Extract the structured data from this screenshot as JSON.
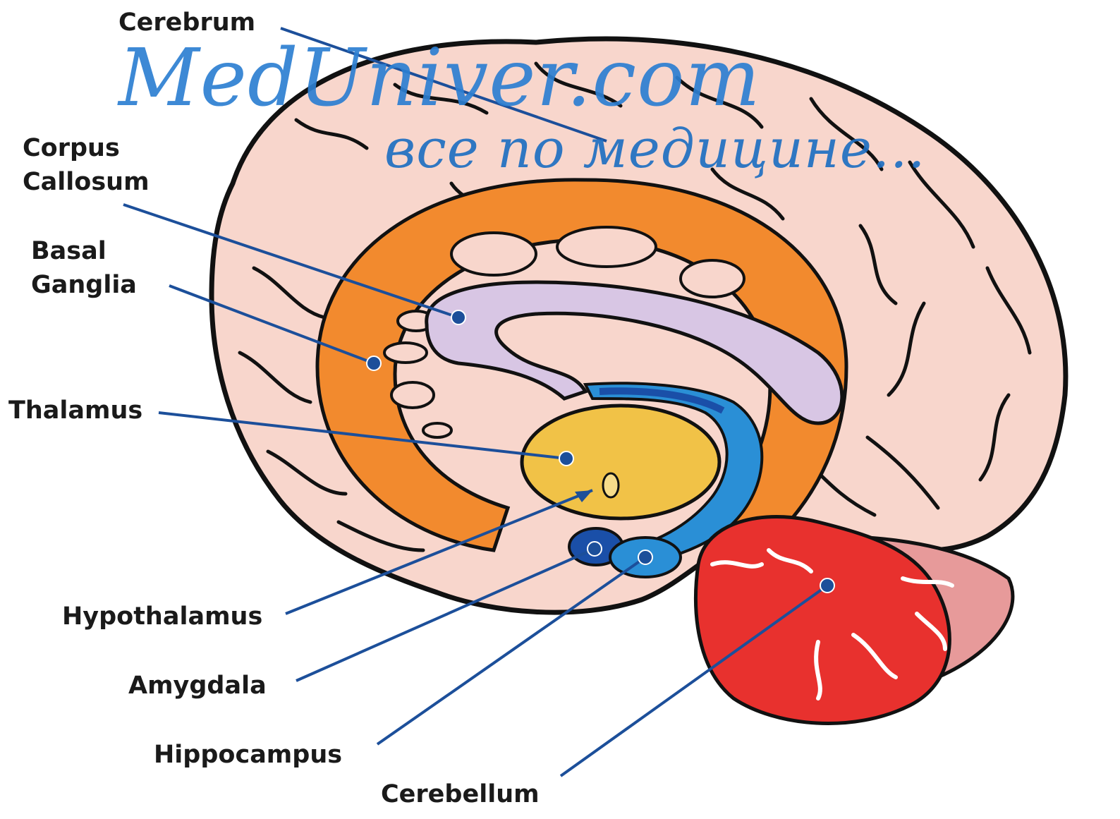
{
  "labels": {
    "cerebrum": "Cerebrum",
    "corpus_callosum": "Corpus\nCallosum",
    "basal_ganglia": "Basal\nGanglia",
    "thalamus": "Thalamus",
    "hypothalamus": "Hypothalamus",
    "amygdala": "Amygdala",
    "hippocampus": "Hippocampus",
    "cerebellum": "Cerebellum"
  },
  "watermark": {
    "site": "MedUniver.com",
    "tagline": "все по медицине..."
  },
  "colors": {
    "cortex": "#f8d6cc",
    "limbic_arc": "#f28a2e",
    "corpus_callosum": "#d8c6e4",
    "thalamus": "#f1c247",
    "hippocampus": "#2a8fd6",
    "hippocampus_dark": "#1a4fa8",
    "cerebellum": "#e8312e",
    "brainstem": "#e79a9a",
    "leader_line": "#1c4f9a",
    "watermark": "#2d7fd2"
  }
}
